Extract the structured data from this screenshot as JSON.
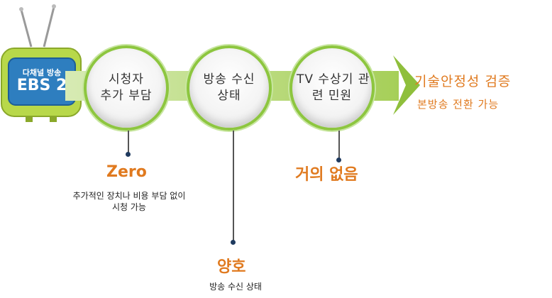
{
  "tv": {
    "title": "다채널 방송",
    "main": "EBS 2"
  },
  "steps": [
    {
      "lines": [
        "시청자",
        "추가 부담"
      ]
    },
    {
      "lines": [
        "방송 수신",
        "상태"
      ]
    },
    {
      "lines": [
        "TV 수상기 관",
        "련 민원"
      ]
    }
  ],
  "goal": {
    "title": "기술안정성 검증",
    "subtitle": "본방송 전환 가능"
  },
  "results": [
    {
      "label": "Zero",
      "desc_lines": [
        "추가적인 장치나 비용 부담 없이",
        "시청 가능"
      ]
    },
    {
      "label": "양호",
      "desc_lines": [
        "방송 수신 상태"
      ]
    },
    {
      "label": "거의 없음",
      "desc_lines": []
    }
  ],
  "colors": {
    "accent_green": "#8dc63f",
    "accent_orange": "#e07a1f",
    "tv_screen": "#2e7ebf",
    "band": "#bfe08a"
  }
}
